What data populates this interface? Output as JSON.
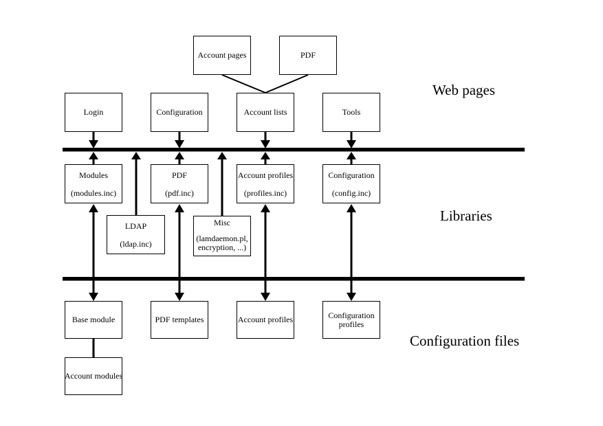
{
  "colors": {
    "ink": "#000000",
    "background": "#ffffff"
  },
  "layers": {
    "web_pages": "Web pages",
    "libraries": "Libraries",
    "configuration_files": "Configuration files"
  },
  "nodes": {
    "account_pages": {
      "label": "Account pages"
    },
    "pdf_pages": {
      "label": "PDF"
    },
    "login": {
      "label": "Login"
    },
    "configuration_page": {
      "label": "Configuration"
    },
    "account_lists": {
      "label": "Account lists"
    },
    "tools": {
      "label": "Tools"
    },
    "modules_lib": {
      "label": "Modules",
      "file": "(modules.inc)"
    },
    "pdf_lib": {
      "label": "PDF",
      "file": "(pdf.inc)"
    },
    "account_profiles_lib": {
      "label": "Account profiles",
      "file": "(profiles.inc)"
    },
    "configuration_lib": {
      "label": "Configuration",
      "file": "(config.inc)"
    },
    "ldap_lib": {
      "label": "LDAP",
      "file": "(ldap.inc)"
    },
    "misc_lib": {
      "label": "Misc",
      "file": "(lamdaemon.pl,\nencryption, ...)"
    },
    "base_module": {
      "label": "Base module"
    },
    "pdf_templates": {
      "label": "PDF templates"
    },
    "account_profiles_files": {
      "label": "Account profiles"
    },
    "configuration_profiles": {
      "label": "Configuration\nprofiles"
    },
    "account_modules": {
      "label": "Account modules"
    }
  }
}
